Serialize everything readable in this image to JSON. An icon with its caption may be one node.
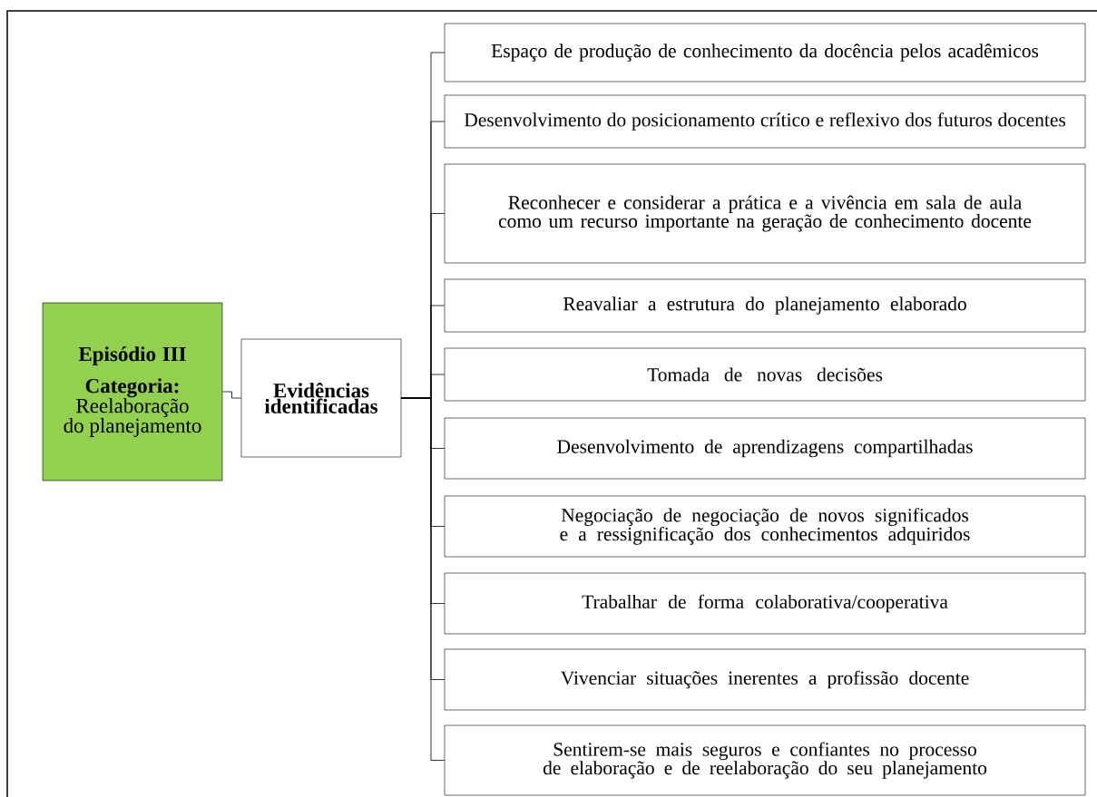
{
  "diagram": {
    "nodes": [
      {
        "text": [
          "Episódio III",
          "Categoria:",
          "Reelaboração do planejamento"
        ]
      },
      {
        "text": [
          "Evidências identificadas"
        ]
      },
      {
        "text": [
          "Espaço de produção de conhecimento da docência pelos acadêmicos"
        ]
      },
      {
        "text": [
          "Desenvolvimento do posicionamento crítico e reflexivo dos futuros docentes"
        ]
      },
      {
        "text": [
          "Reconhecer e considerar a prática e a vivência em sala de aula como um recurso importante na geração de conhecimento docente"
        ]
      },
      {
        "text": [
          "Reavaliar a estrutura do planejamento elaborado"
        ]
      },
      {
        "text": [
          "Tomada de novas decisões"
        ]
      },
      {
        "text": [
          "Desenvolvimento de aprendizagens compartilhadas"
        ]
      },
      {
        "text": [
          "Negociação de negociação de novos significados e a ressignificação dos conhecimentos adquiridos"
        ]
      },
      {
        "text": [
          "Trabalhar de forma colaborativa/cooperativa"
        ]
      },
      {
        "text": [
          "Vivenciar situações inerentes a profissão docente"
        ]
      },
      {
        "text": [
          "Sentirem-se mais seguros e confiantes no processo de elaboração e de reelaboração do seu planejamento"
        ]
      }
    ],
    "edges": [
      {
        "from": 0,
        "to": 1,
        "arrow": "none"
      },
      {
        "from": 1,
        "to": 2,
        "arrow": "none"
      },
      {
        "from": 1,
        "to": 3,
        "arrow": "none"
      },
      {
        "from": 1,
        "to": 4,
        "arrow": "none"
      },
      {
        "from": 1,
        "to": 5,
        "arrow": "none"
      },
      {
        "from": 1,
        "to": 6,
        "arrow": "none"
      },
      {
        "from": 1,
        "to": 7,
        "arrow": "none"
      },
      {
        "from": 1,
        "to": 8,
        "arrow": "none"
      },
      {
        "from": 1,
        "to": 9,
        "arrow": "none"
      },
      {
        "from": 1,
        "to": 10,
        "arrow": "none"
      },
      {
        "from": 1,
        "to": 11,
        "arrow": "none"
      }
    ]
  }
}
